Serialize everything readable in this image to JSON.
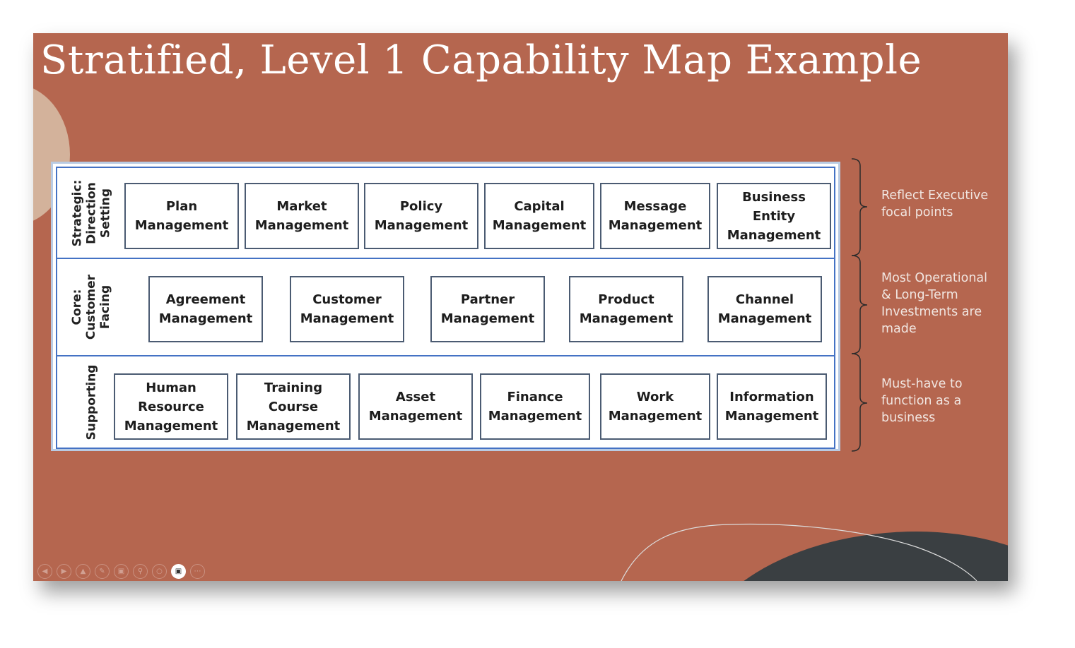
{
  "colors": {
    "slide_bg": "#b5664f",
    "title_text": "#ffffff",
    "note_text": "#f1e6e1",
    "blob_left": "#d3b29b",
    "blob_dark": "#3a3f42",
    "deco_line": "#dcdcdc",
    "bracket": "#2b2b2b"
  },
  "slide": {
    "title": "Stratified, Level 1 Capability Map Example"
  },
  "map": {
    "rows": [
      {
        "label": "Strategic:\nDirection\nSetting",
        "capabilities": [
          "Plan\nManagement",
          "Market\nManagement",
          "Policy\nManagement",
          "Capital\nManagement",
          "Message\nManagement",
          "Business\nEntity\nManagement"
        ]
      },
      {
        "label": "Core:\nCustomer\nFacing",
        "capabilities": [
          "Agreement\nManagement",
          "Customer\nManagement",
          "Partner\nManagement",
          "Product\nManagement",
          "Channel\nManagement"
        ]
      },
      {
        "label": "Supporting",
        "capabilities": [
          "Human\nResource\nManagement",
          "Training\nCourse\nManagement",
          "Asset\nManagement",
          "Finance\nManagement",
          "Work\nManagement",
          "Information\nManagement"
        ]
      }
    ]
  },
  "annotations": [
    "Reflect Executive\nfocal points",
    "Most Operational\n& Long-Term\nInvestments are\nmade",
    "Must-have to\nfunction as a\nbusiness"
  ],
  "toolbar": {
    "icons": [
      "previous-icon",
      "next-icon",
      "up-icon",
      "pen-icon",
      "save-icon",
      "zoom-icon",
      "blank-icon",
      "camera-icon",
      "more-icon"
    ],
    "active": "camera-icon"
  }
}
